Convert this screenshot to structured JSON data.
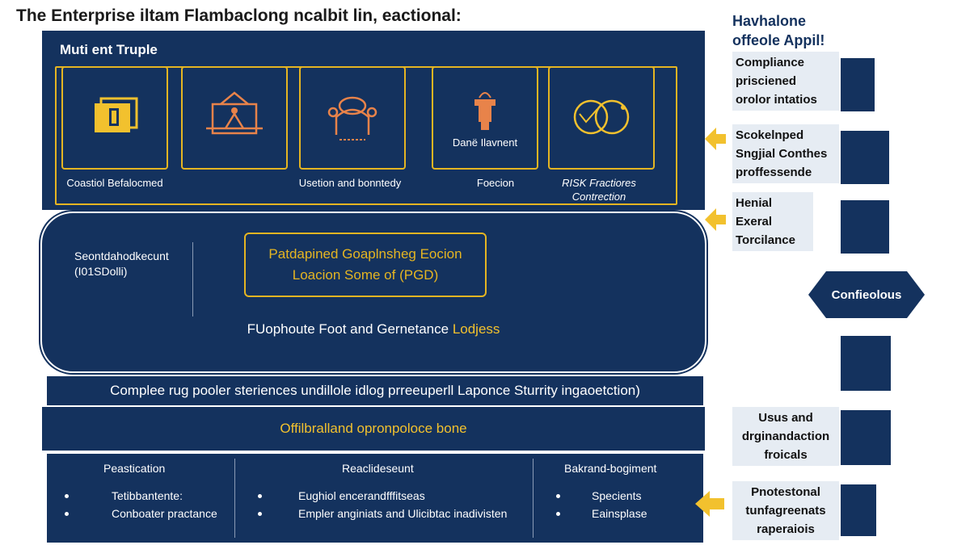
{
  "title": "The Enterprise iltam Flambaclong ncalbit lin, eactional:",
  "top_panel": {
    "title": "Muti ent Truple",
    "tiles": [
      {
        "icon": "document-icon",
        "label": "Coastiol Befalocmed"
      },
      {
        "icon": "network-icon",
        "label": "Usetion and bonntedy"
      },
      {
        "icon": "robot-arm-icon",
        "label": "Foecion"
      },
      {
        "icon": "beaker-icon",
        "label": "Danë Ilavnent"
      },
      {
        "icon": "magnifier-icon",
        "label": "RISK Fractiores Contrection"
      }
    ]
  },
  "center": {
    "left_line1": "Seontdahodkecunt",
    "left_line2": "(I01SDolli)",
    "pgd_line1": "Patdapined Goaplnsheg Eocion",
    "pgd_line2": "Loacion Some of (PGD)",
    "bottom_text": "FUophoute Foot and Gernetance",
    "bottom_highlight": "Lodjess"
  },
  "complete_bar": "Complee rug pooler steriences undillole idlog prreeuperll Laponce Sturrity ingaoetction)",
  "office_bar": "Offilbralland opronpoloce bone",
  "bottom_columns": [
    {
      "heading": "Peastication",
      "items": [
        "Tetibbantente:",
        "Conboater practance"
      ]
    },
    {
      "heading": "Reaclideseunt",
      "items": [
        "Eughiol encerandfffitseas",
        "Empler anginiats and Ulicibtac inadivisten"
      ]
    },
    {
      "heading": "Bakrand-bogiment",
      "items": [
        "Specients",
        "Eainsplase"
      ]
    }
  ],
  "right": {
    "title_line1": "Havhalone",
    "title_line2": "offeole Appil!",
    "cards": [
      [
        "Compliance",
        "prisciened",
        "orolor intatios"
      ],
      [
        "Scokelnped",
        "Sngjial Conthes",
        "proffessende"
      ],
      [
        "Henial",
        "Exeral",
        "Torcilance"
      ],
      [
        "Usus and",
        "drginandaction",
        "froicals"
      ],
      [
        "Pnotestonal",
        "tunfagreenats",
        "raperaiois"
      ]
    ],
    "hex_label": "Confieolous"
  },
  "colors": {
    "navy": "#14325e",
    "gold": "#e5b522",
    "card_bg": "#e6ecf3"
  }
}
